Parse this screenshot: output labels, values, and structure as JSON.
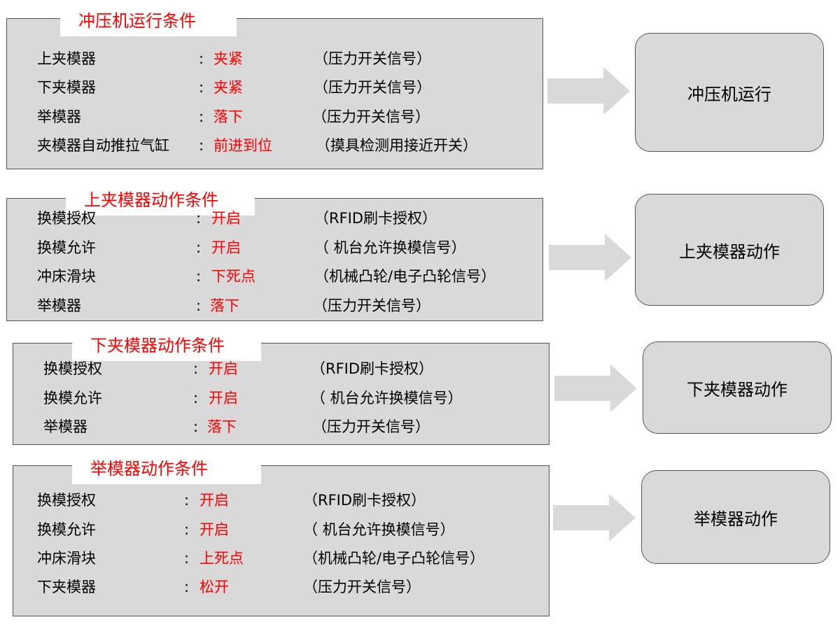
{
  "colors": {
    "panel_fill": "#d9d9d9",
    "border": "#555555",
    "value_text": "#ff0000",
    "arrow_fill": "#d9d9d9"
  },
  "groups": [
    {
      "title": "冲压机运行条件",
      "action": "冲压机运行",
      "rows": [
        {
          "label": "上夹模器",
          "colon": ":",
          "value": "夹紧",
          "source": "（压力开关信号）"
        },
        {
          "label": "下夹模器",
          "colon": ":",
          "value": "夹紧",
          "source": "（压力开关信号）"
        },
        {
          "label": "举模器",
          "colon": ":",
          "value": "落下",
          "source": "（压力开关信号）"
        },
        {
          "label": "夹模器自动推拉气缸",
          "colon": ":",
          "value": "前进到位",
          "source": "（摸具检测用接近开关）"
        }
      ]
    },
    {
      "title": "上夹模器动作条件",
      "action": "上夹模器动作",
      "rows": [
        {
          "label": "换模授权",
          "colon": ":",
          "value": "开启",
          "source": "（RFID刷卡授权）"
        },
        {
          "label": "换模允许",
          "colon": ":",
          "value": "开启",
          "source": "（ 机台允许换模信号）"
        },
        {
          "label": "冲床滑块",
          "colon": ":",
          "value": "下死点",
          "source": "（机械凸轮/电子凸轮信号）"
        },
        {
          "label": "举模器",
          "colon": ":",
          "value": "落下",
          "source": "（压力开关信号）"
        }
      ]
    },
    {
      "title": "下夹模器动作条件",
      "action": "下夹模器动作",
      "rows": [
        {
          "label": "换模授权",
          "colon": ":",
          "value": "开启",
          "source": "（RFID刷卡授权）"
        },
        {
          "label": "换模允许",
          "colon": ":",
          "value": "开启",
          "source": "（ 机台允许换模信号）"
        },
        {
          "label": "举模器",
          "colon": ":",
          "value": "落下",
          "source": "（压力开关信号）"
        }
      ]
    },
    {
      "title": "举模器动作条件",
      "action": "举模器动作",
      "rows": [
        {
          "label": "换模授权",
          "colon": ":",
          "value": "开启",
          "source": "（RFID刷卡授权）"
        },
        {
          "label": "换模允许",
          "colon": ":",
          "value": "开启",
          "source": "（ 机台允许换模信号）"
        },
        {
          "label": "冲床滑块",
          "colon": ":",
          "value": "上死点",
          "source": "（机械凸轮/电子凸轮信号）"
        },
        {
          "label": "下夹模器",
          "colon": ":",
          "value": "松开",
          "source": "（压力开关信号）"
        }
      ]
    }
  ]
}
